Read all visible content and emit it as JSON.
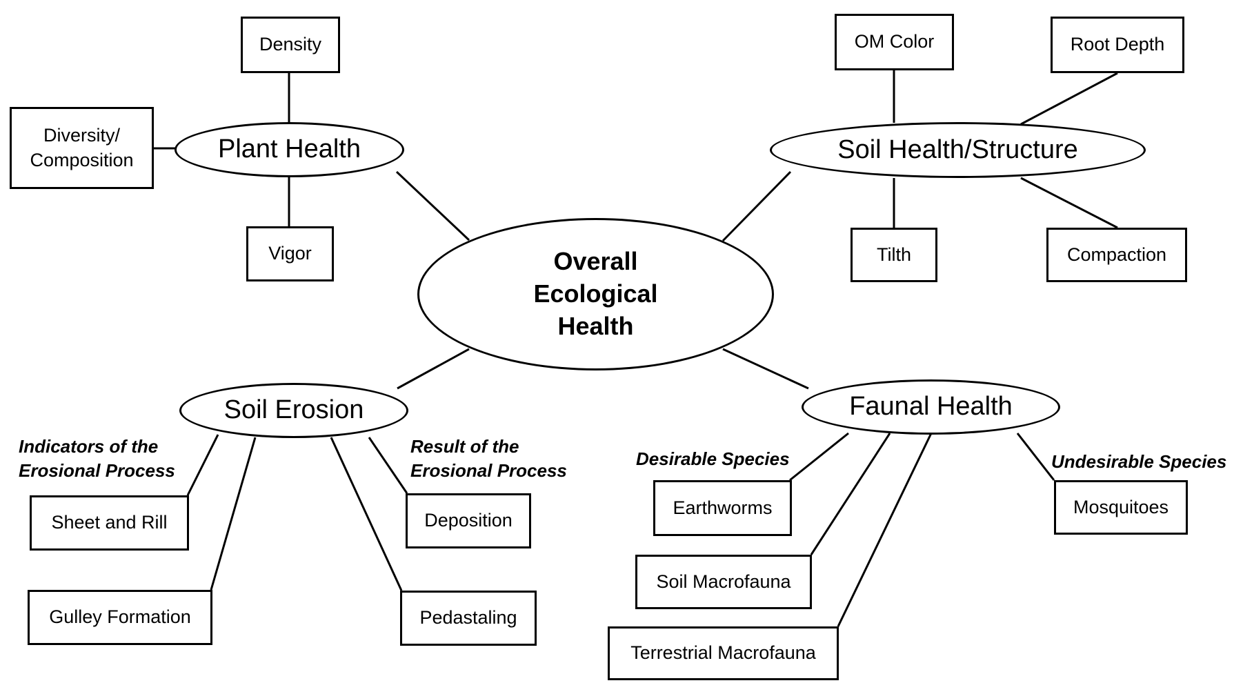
{
  "diagram": {
    "center": {
      "title": "Overall\nEcological\nHealth"
    },
    "categories": {
      "plant_health": "Plant Health",
      "soil_health": "Soil Health/Structure",
      "soil_erosion": "Soil Erosion",
      "faunal_health": "Faunal Health"
    },
    "plant_health_items": {
      "density": "Density",
      "diversity": "Diversity/\nComposition",
      "vigor": "Vigor"
    },
    "soil_health_items": {
      "om_color": "OM Color",
      "root_depth": "Root Depth",
      "tilth": "Tilth",
      "compaction": "Compaction"
    },
    "soil_erosion_items": {
      "sheet_rill": "Sheet and Rill",
      "gulley": "Gulley Formation",
      "deposition": "Deposition",
      "pedastaling": "Pedastaling"
    },
    "faunal_health_items": {
      "earthworms": "Earthworms",
      "soil_macrofauna": "Soil Macrofauna",
      "terrestrial_macrofauna": "Terrestrial Macrofauna",
      "mosquitoes": "Mosquitoes"
    },
    "annotations": {
      "indicators": "Indicators of the\nErosional Process",
      "results": "Result of the\nErosional Process",
      "desirable": "Desirable Species",
      "undesirable": "Undesirable Species"
    }
  }
}
